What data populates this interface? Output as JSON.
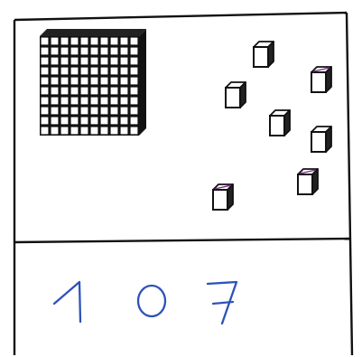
{
  "worksheet": {
    "colors": {
      "paper": "#ffffff",
      "border": "#111111",
      "handwriting": "#2f52b8",
      "cube_accent": "#7a2a86"
    },
    "blocks": {
      "hundreds_flat": {
        "count": 1,
        "grid": "10x10",
        "icon": "hundred-flat-icon"
      },
      "unit_cubes": {
        "count": 7,
        "icon": "unit-cube-icon"
      }
    },
    "answer": {
      "digits": [
        "1",
        "0",
        "7"
      ],
      "value": 107,
      "style": "handwritten"
    }
  }
}
